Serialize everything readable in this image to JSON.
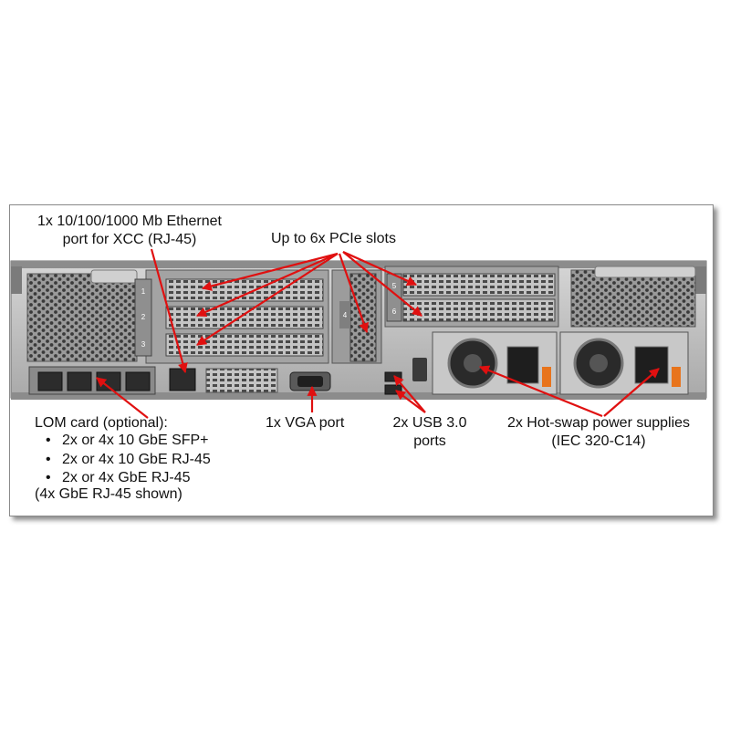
{
  "labels": {
    "xcc_line1": "1x 10/100/1000 Mb Ethernet",
    "xcc_line2": "port for XCC (RJ-45)",
    "pcie": "Up to 6x PCIe slots",
    "lom_title": "LOM card (optional):",
    "lom_items": [
      "2x or 4x 10 GbE SFP+",
      "2x or 4x 10 GbE RJ-45",
      "2x or 4x GbE RJ-45"
    ],
    "lom_note": "(4x GbE RJ-45 shown)",
    "vga": "1x VGA port",
    "usb_line1": "2x USB 3.0",
    "usb_line2": "ports",
    "psu_line1": "2x Hot-swap power supplies",
    "psu_line2": "(IEC 320-C14)"
  },
  "slot_numbers": [
    "1",
    "2",
    "3",
    "4",
    "5",
    "6"
  ],
  "colors": {
    "arrow": "#e01010",
    "chassis": "#b9b9b9",
    "chassis_dark": "#6e6e6e",
    "latch": "#e8741c"
  }
}
